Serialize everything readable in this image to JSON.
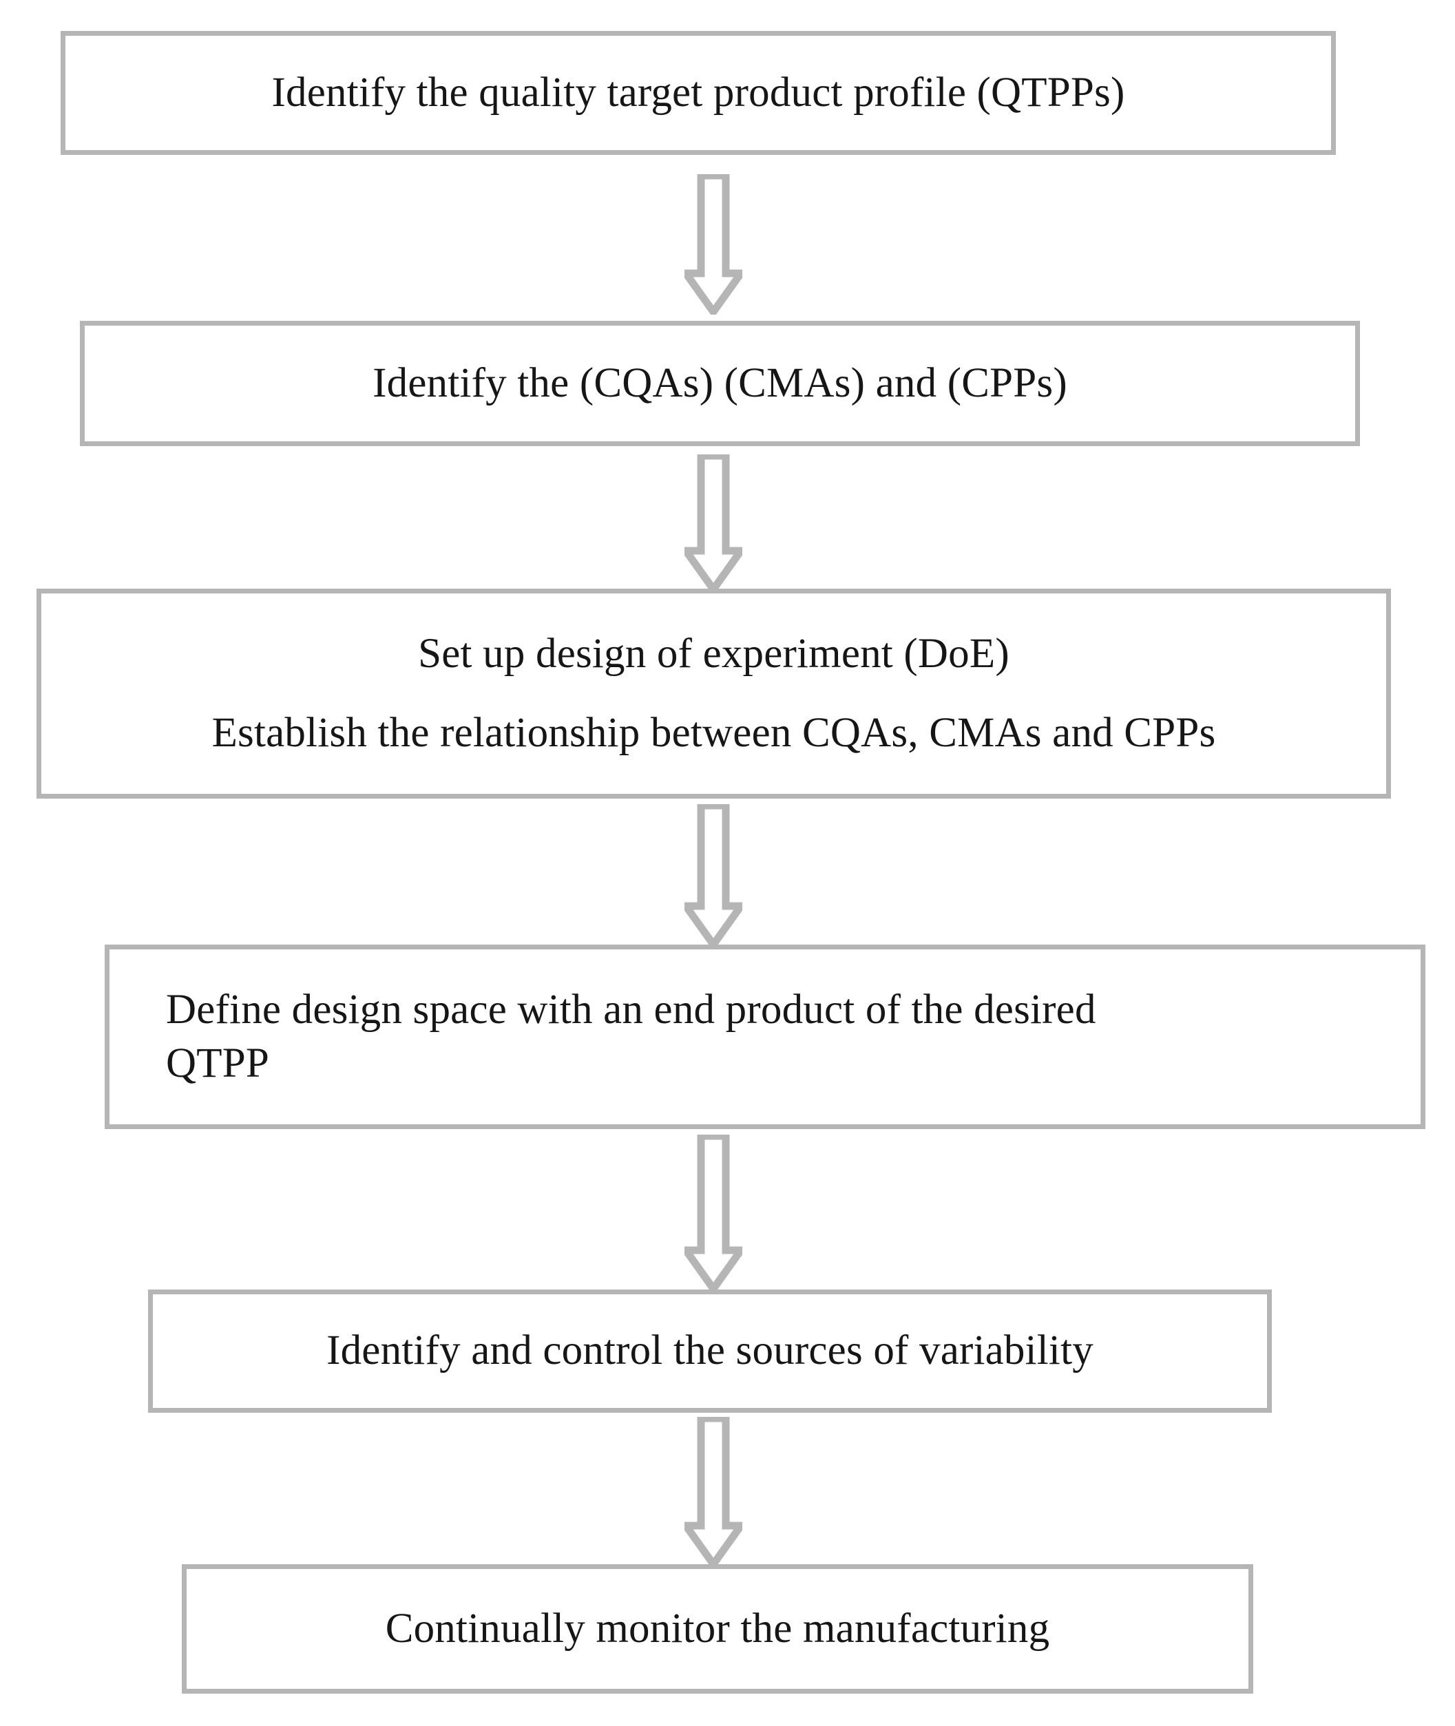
{
  "diagram": {
    "type": "flowchart",
    "orientation": "top-to-bottom",
    "title_text_present": false,
    "colors": {
      "box_border": "#b5b5b5",
      "box_fill": "#ffffff",
      "arrow_stroke": "#b5b5b5",
      "arrow_fill": "#ffffff",
      "text": "#161616",
      "page_background": "#ffffff"
    },
    "nodes": [
      {
        "id": "node-1",
        "name": "identify-qtpp",
        "lines": [
          "Identify the quality target product profile (QTPPs)"
        ],
        "align": "center"
      },
      {
        "id": "node-2",
        "name": "identify-cqa-cma-cpp",
        "lines": [
          "Identify the (CQAs) (CMAs) and (CPPs)"
        ],
        "align": "center"
      },
      {
        "id": "node-3",
        "name": "set-up-doe",
        "lines": [
          "Set up design of experiment (DoE)",
          "Establish the relationship between CQAs, CMAs and CPPs"
        ],
        "align": "center"
      },
      {
        "id": "node-4",
        "name": "define-design-space",
        "lines": [
          "Define design space with an end product of the desired",
          "QTPP"
        ],
        "align": "left"
      },
      {
        "id": "node-5",
        "name": "identify-control-variability",
        "lines": [
          "Identify and control the sources of variability"
        ],
        "align": "center"
      },
      {
        "id": "node-6",
        "name": "continually-monitor",
        "lines": [
          "Continually monitor the manufacturing"
        ],
        "align": "center"
      }
    ],
    "connectors": [
      {
        "id": "arrow-1",
        "name": "arrow-node1-to-node2",
        "from": "node-1",
        "to": "node-2",
        "shape": "down-block-arrow"
      },
      {
        "id": "arrow-2",
        "name": "arrow-node2-to-node3",
        "from": "node-2",
        "to": "node-3",
        "shape": "down-block-arrow"
      },
      {
        "id": "arrow-3",
        "name": "arrow-node3-to-node4",
        "from": "node-3",
        "to": "node-4",
        "shape": "down-block-arrow"
      },
      {
        "id": "arrow-4",
        "name": "arrow-node4-to-node5",
        "from": "node-4",
        "to": "node-5",
        "shape": "down-block-arrow"
      },
      {
        "id": "arrow-5",
        "name": "arrow-node5-to-node6",
        "from": "node-5",
        "to": "node-6",
        "shape": "down-block-arrow"
      }
    ]
  }
}
